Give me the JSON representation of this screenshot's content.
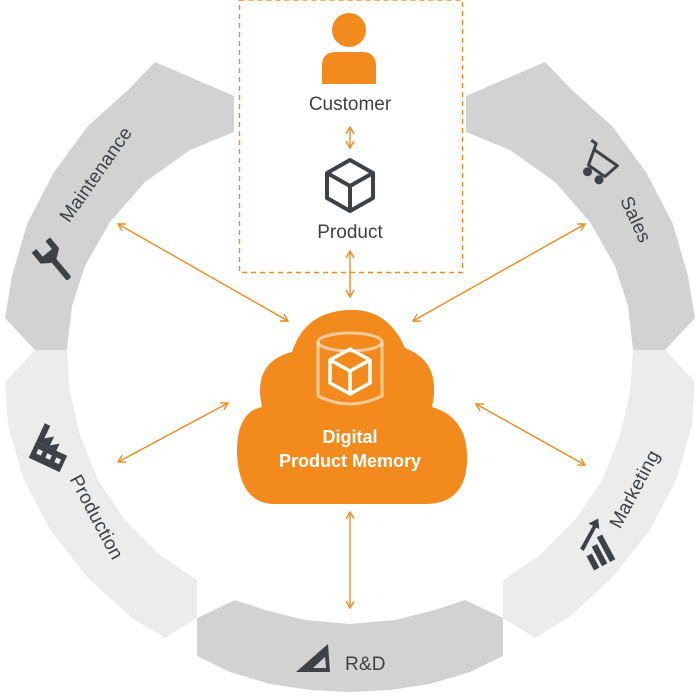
{
  "colors": {
    "accent": "#f28a1e",
    "segment_dark": "#d2d2d2",
    "segment_light": "#ececec",
    "icon": "#3e4247",
    "text": "#3e4247",
    "cloud_text": "#ffffff"
  },
  "top": {
    "customer_label": "Customer",
    "product_label": "Product"
  },
  "center": {
    "line1": "Digital",
    "line2": "Product Memory"
  },
  "segments": {
    "maintenance": "Maintenance",
    "sales": "Sales",
    "marketing": "Marketing",
    "rnd": "R&D",
    "production": "Production"
  },
  "icons": {
    "customer": "person-icon",
    "product": "cube-icon",
    "center": "database-cube-icon",
    "maintenance": "wrench-icon",
    "sales": "shopping-cart-icon",
    "marketing": "growth-arrow-icon",
    "rnd": "set-square-icon",
    "production": "factory-icon"
  }
}
